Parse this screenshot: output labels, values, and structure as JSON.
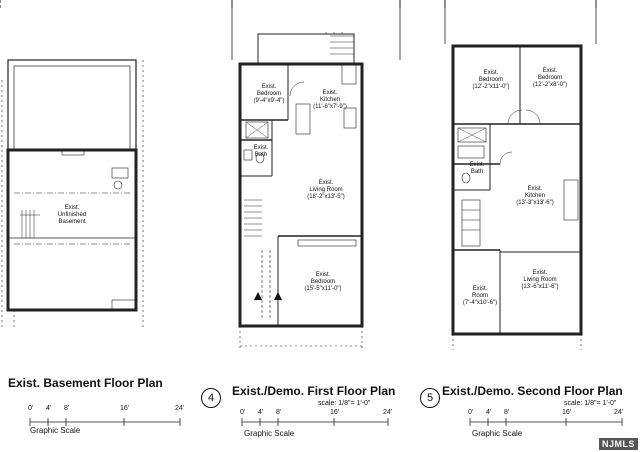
{
  "plans": [
    {
      "number": "",
      "title": "Exist. Basement Floor Plan",
      "scale": "",
      "scale_ticks": [
        "0'",
        "4'",
        "8'",
        "16'",
        "24'"
      ],
      "graphic_scale": "Graphic Scale",
      "rooms": [
        {
          "name": "Exist.\nUnfinished\nBasement"
        }
      ]
    },
    {
      "number": "4",
      "title": "Exist./Demo. First Floor Plan",
      "scale": "scale: 1/8\"= 1'-0\"",
      "scale_ticks": [
        "0'",
        "4'",
        "8'",
        "16'",
        "24'"
      ],
      "graphic_scale": "Graphic Scale",
      "rooms": [
        {
          "name": "Exist.\nBedroom\n(9'-4\"x9'-4\")"
        },
        {
          "name": "Exist.\nKitchen\n(11'-6\"x7'-9\")"
        },
        {
          "name": "Exist.\nBath"
        },
        {
          "name": "Exist.\nLiving Room\n(18'-2\"x13'-5\")"
        },
        {
          "name": "Exist.\nBedroom\n(15'-5\"x11'-0\")"
        }
      ]
    },
    {
      "number": "5",
      "title": "Exist./Demo. Second Floor Plan",
      "scale": "scale: 1/8\"= 1'-0\"",
      "scale_ticks": [
        "0'",
        "4'",
        "8'",
        "16'",
        "24'"
      ],
      "graphic_scale": "Graphic Scale",
      "rooms": [
        {
          "name": "Exist.\nBedroom\n(12'-2\"x11'-0\")"
        },
        {
          "name": "Exist.\nBedroom\n(12'-2\"x8'-0\")"
        },
        {
          "name": "Exist.\nBath"
        },
        {
          "name": "Exist.\nKitchen\n(13'-3\"x13'-6\")"
        },
        {
          "name": "Exist.\nRoom\n(7'-4\"x10'-6\")"
        },
        {
          "name": "Exist.\nLiving Room\n(13'-6\"x11'-6\")"
        }
      ]
    }
  ],
  "watermark": "NJMLS"
}
